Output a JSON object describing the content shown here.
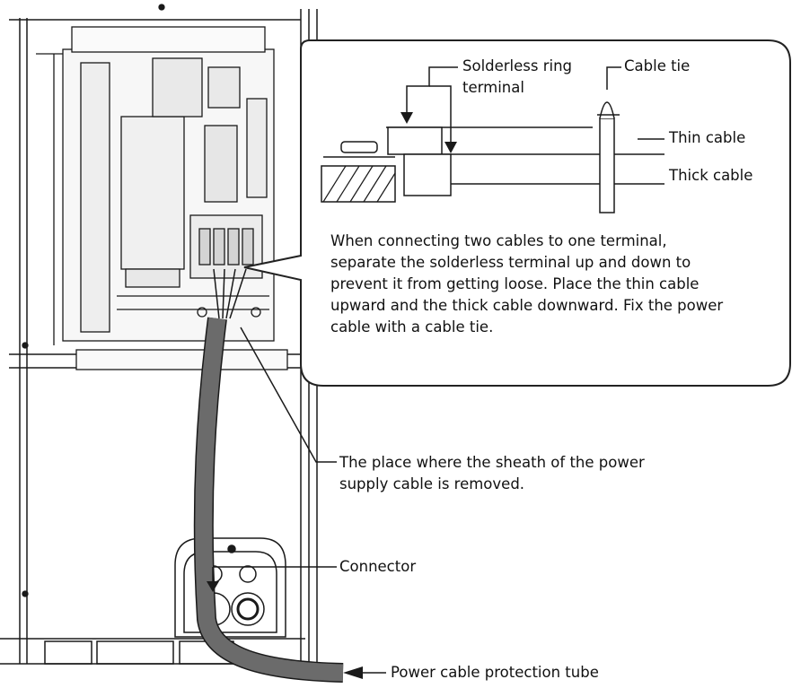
{
  "labels": {
    "solderless_ring_terminal": [
      "Solderless ring",
      "terminal"
    ],
    "cable_tie": "Cable tie",
    "thin_cable": "Thin cable",
    "thick_cable": "Thick cable",
    "instruction": [
      "When connecting two cables to one terminal,",
      "separate the solderless terminal up and down to",
      "prevent it from getting loose. Place the thin cable",
      "upward and the thick cable downward. Fix the power",
      "cable with a cable tie."
    ],
    "sheath_removed": [
      "The place where the sheath of the power",
      "supply cable is removed."
    ],
    "connector": "Connector",
    "power_cable_tube": "Power cable protection tube"
  },
  "colors": {
    "line": "#1a1a1a",
    "cable": "#6b6b6b",
    "panel": "#f4f4f4",
    "callout_border": "#222222"
  }
}
